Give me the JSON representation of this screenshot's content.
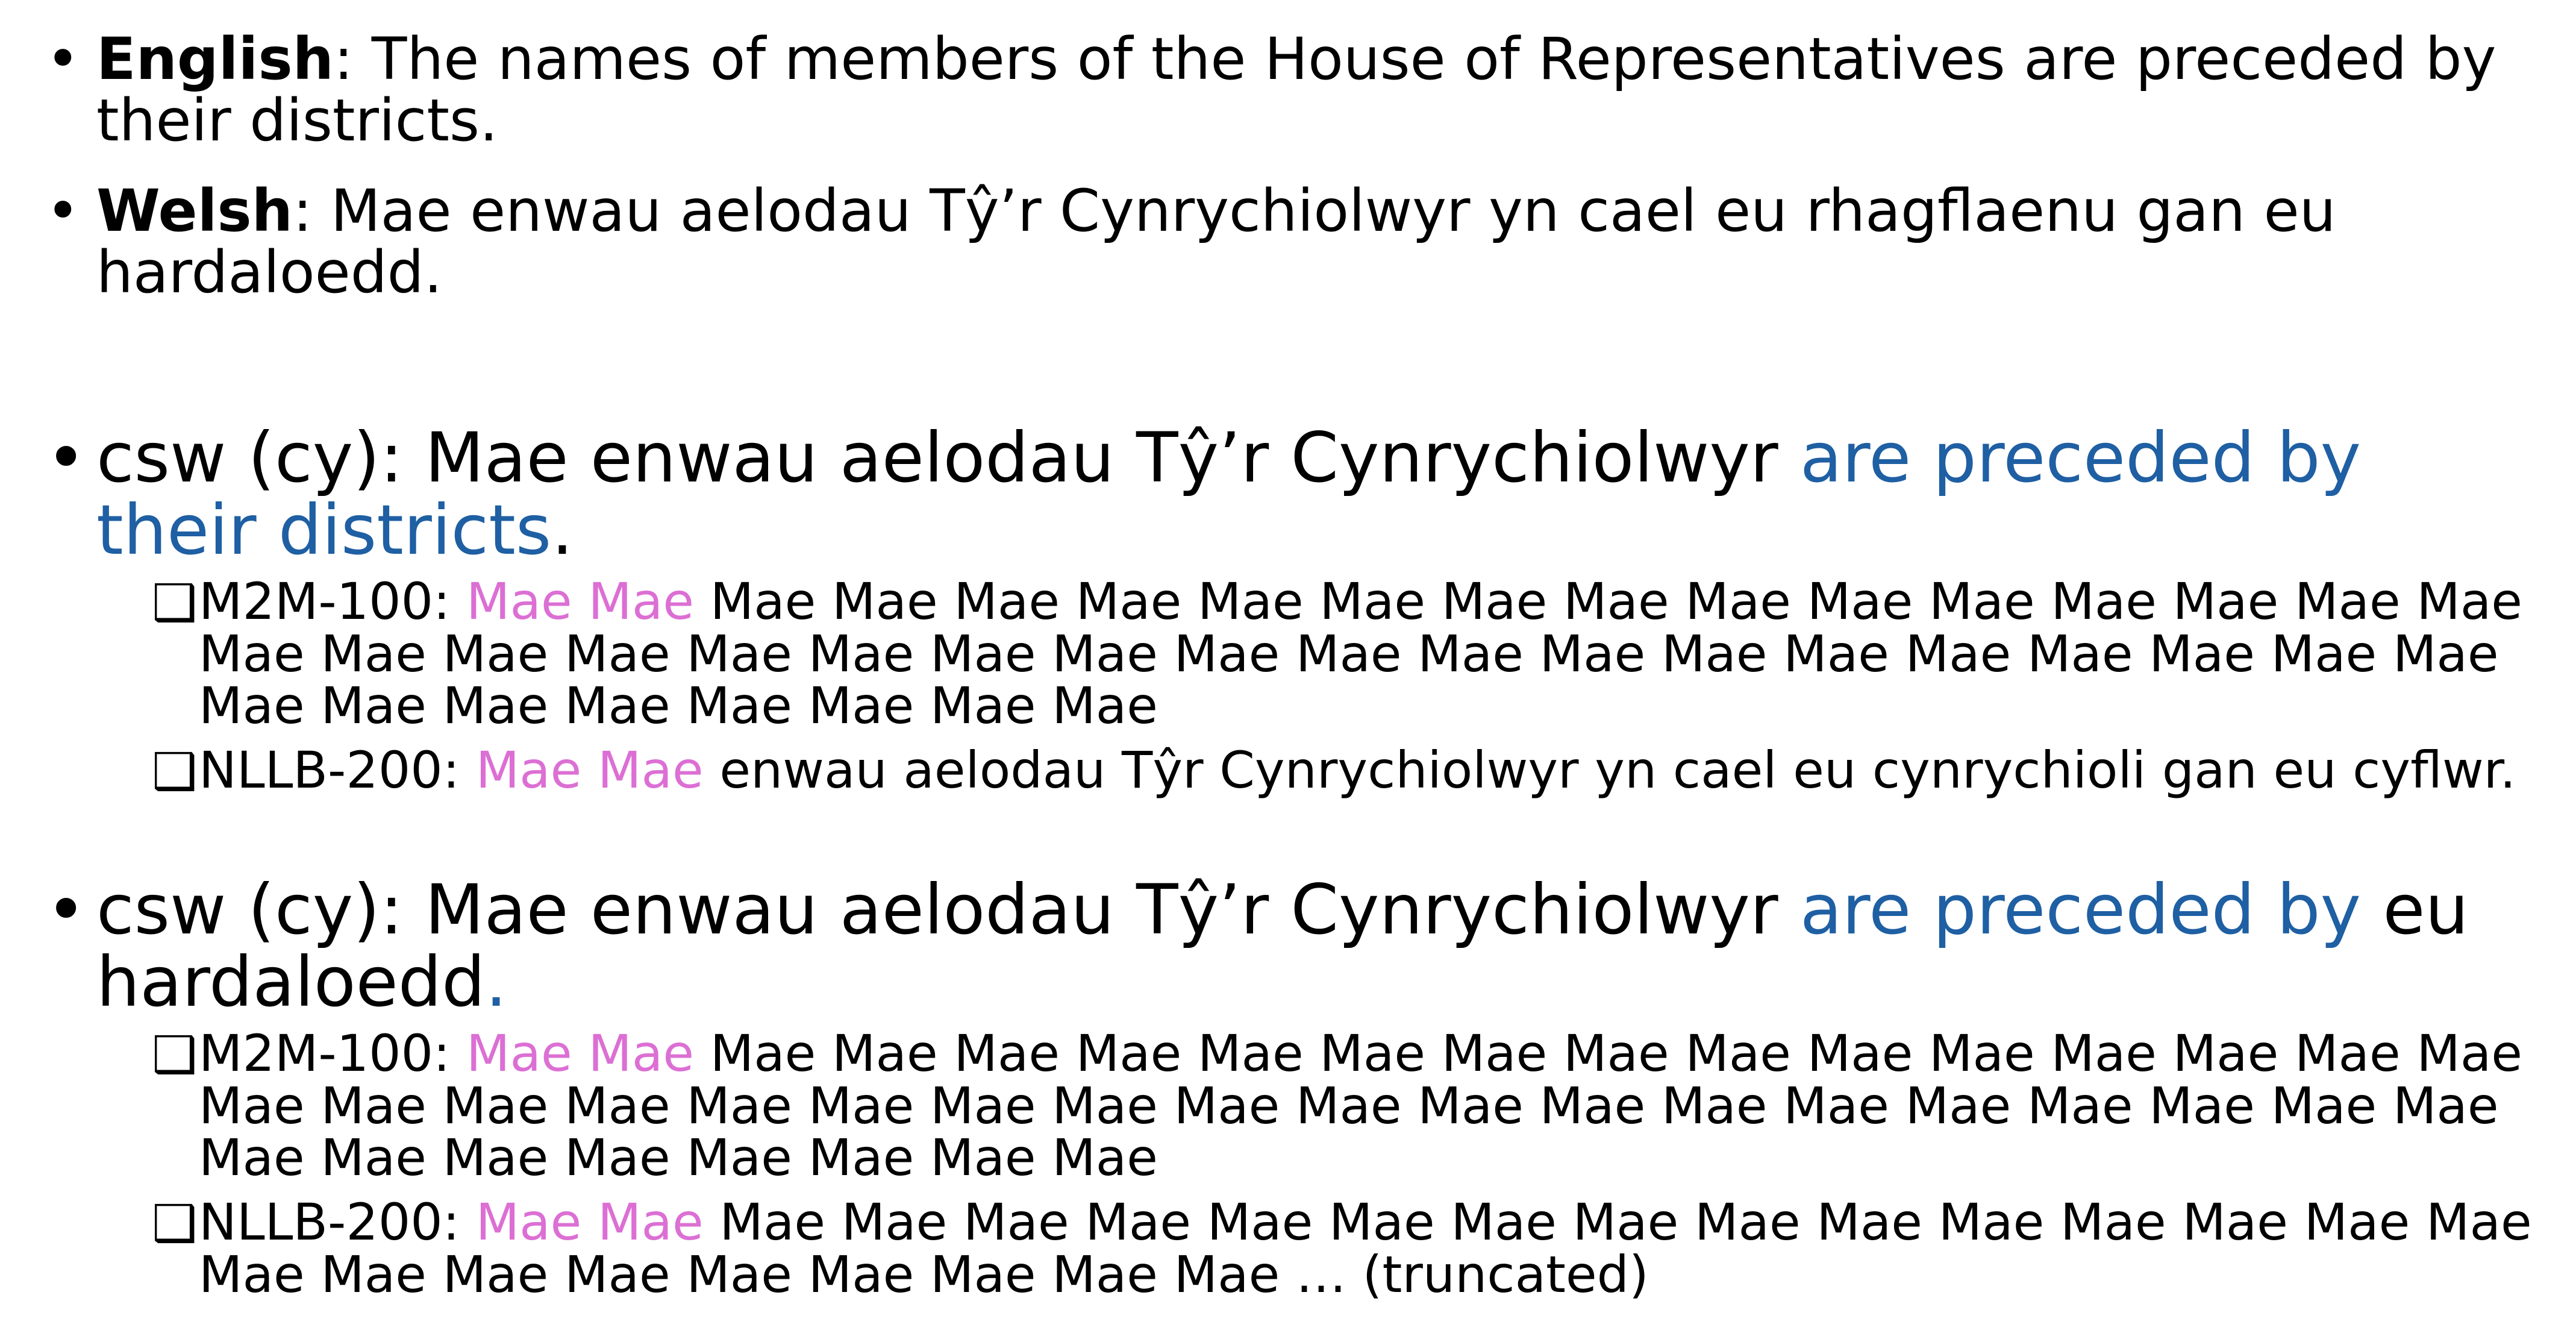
{
  "colors": {
    "highlight_blue": "#1f5fa3",
    "highlight_pink": "#dc6fd4",
    "text": "#000000"
  },
  "icons": {
    "bullet": "disc-bullet-icon",
    "sub_bullet": "checkbox-bullet-icon"
  },
  "bullets": {
    "english": {
      "label": "English",
      "text": ": The names of members of the House of Representatives are preceded by their districts."
    },
    "welsh": {
      "label": "Welsh",
      "text": ": Mae enwau aelodau Tŷ’r Cynrychiolwyr yn cael eu rhagflaenu gan eu hardaloedd."
    },
    "csw1": {
      "prefix": "csw (cy): Mae enwau aelodau Tŷ’r Cynrychiolwyr ",
      "highlight": "are preceded by their districts",
      "suffix": ".",
      "m2m": {
        "label": "M2M-100: ",
        "highlight": "Mae Mae",
        "text": " Mae Mae Mae Mae Mae Mae Mae Mae Mae Mae Mae Mae Mae Mae Mae Mae Mae Mae Mae Mae Mae Mae Mae Mae Mae Mae Mae Mae Mae Mae Mae Mae Mae Mae Mae Mae Mae Mae Mae Mae Mae Mae"
      },
      "nllb": {
        "label": "NLLB-200: ",
        "highlight": "Mae Mae",
        "text": " enwau aelodau Tŷr Cynrychiolwyr yn cael eu cynrychioli gan eu cyflwr."
      }
    },
    "csw2": {
      "prefix": "csw (cy): Mae enwau aelodau Tŷ’r Cynrychiolwyr ",
      "highlight": "are preceded by",
      "mid": " eu hardaloedd",
      "suffix": ".",
      "m2m": {
        "label": "M2M-100: ",
        "highlight": "Mae Mae",
        "text": " Mae Mae Mae Mae Mae Mae Mae Mae Mae Mae Mae Mae Mae Mae Mae Mae Mae Mae Mae Mae Mae Mae Mae Mae Mae Mae Mae Mae Mae Mae Mae Mae Mae Mae Mae Mae Mae Mae Mae Mae Mae Mae"
      },
      "nllb": {
        "label": "NLLB-200: ",
        "highlight": "Mae Mae",
        "text": " Mae Mae Mae Mae Mae Mae Mae Mae Mae Mae Mae Mae Mae Mae Mae Mae Mae Mae Mae Mae Mae Mae Mae Mae … (truncated)"
      }
    }
  }
}
